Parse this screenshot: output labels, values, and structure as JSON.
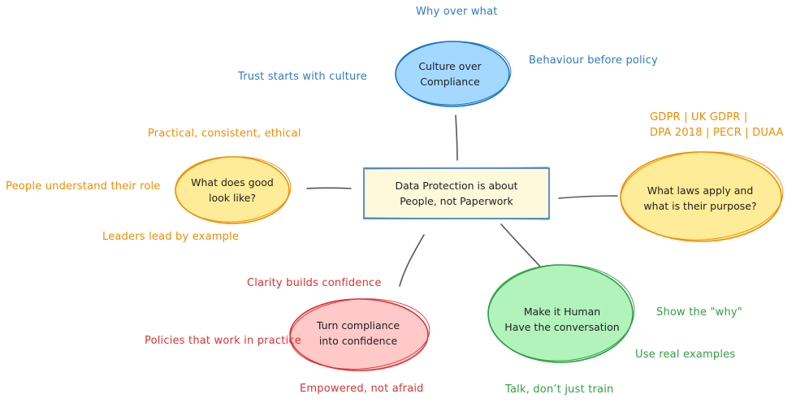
{
  "colors": {
    "blue_text": "#2f7bc4",
    "orange_text": "#f08c00",
    "red_text": "#e03131",
    "green_text": "#2f9e44",
    "connector": "#555555",
    "blue_fill": "#a5d8ff",
    "blue_stroke": "#1971c2",
    "yellow_fill": "#ffec99",
    "yellow_stroke": "#f08c00",
    "red_fill": "#ffc9c9",
    "red_stroke": "#e03131",
    "green_fill": "#b2f2bb",
    "green_stroke": "#2f9e44",
    "center_fill": "#fff9db",
    "center_stroke": "#4a86c8"
  },
  "center": {
    "line1": "Data Protection is about",
    "line2": "People, not Paperwork"
  },
  "nodes": {
    "culture": {
      "line1": "Culture over",
      "line2": "Compliance"
    },
    "good": {
      "line1": "What does good",
      "line2": "look like?"
    },
    "laws": {
      "line1": "What laws apply and",
      "line2": "what is their purpose?"
    },
    "confidence": {
      "line1": "Turn compliance",
      "line2": "into confidence"
    },
    "human": {
      "line1": "Make it Human",
      "line2": "Have the conversation"
    }
  },
  "notes": {
    "culture": [
      "Why over what",
      "Behaviour before policy",
      "Trust starts with culture"
    ],
    "good": [
      "Practical, consistent, ethical",
      "People understand their role",
      "Leaders lead by example"
    ],
    "laws": [
      "GDPR | UK GDPR |",
      "DPA 2018 | PECR | DUAA"
    ],
    "confidence": [
      "Clarity builds confidence",
      "Policies that work in practice",
      "Empowered, not afraid"
    ],
    "human": [
      "Show the \"why\"",
      "Use real examples",
      "Talk, don’t just train"
    ]
  }
}
